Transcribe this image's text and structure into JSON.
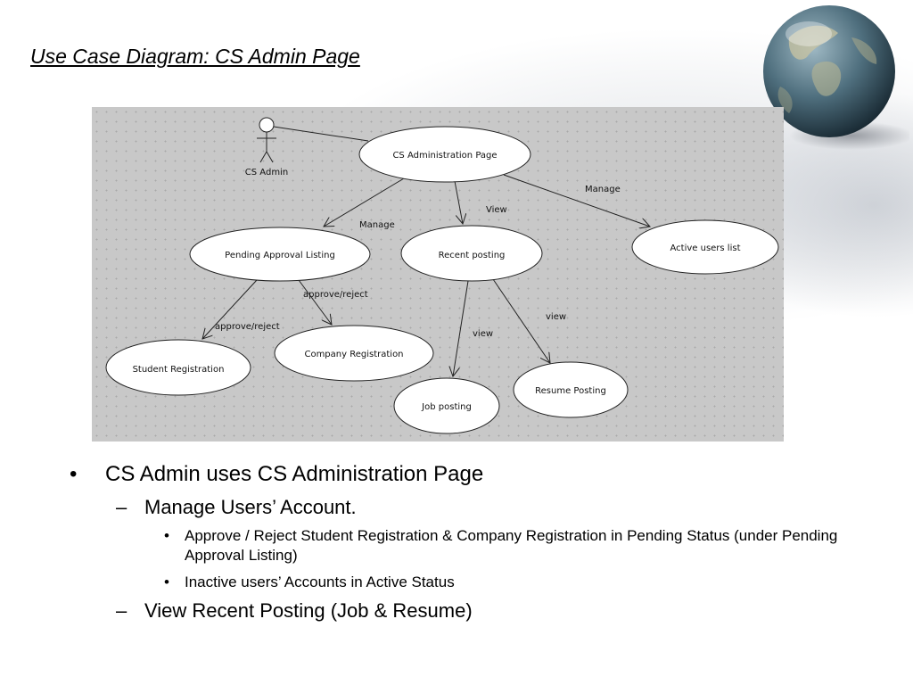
{
  "slide": {
    "title": "Use Case Diagram: CS Admin Page"
  },
  "diagram": {
    "actor": "CS Admin",
    "use_cases": {
      "admin_page": "CS Administration Page",
      "pending": "Pending Approval Listing",
      "recent": "Recent  posting",
      "active": "Active users list",
      "student": "Student Registration",
      "company": "Company Registration",
      "job": "Job posting",
      "resume": "Resume Posting"
    },
    "edge_labels": {
      "manage_pending": "Manage",
      "view_recent": "View",
      "manage_active": "Manage",
      "approve_company": "approve/reject",
      "approve_student": "approve/reject",
      "view_resume": "view",
      "view_job": "view"
    }
  },
  "bullets": {
    "l1": "CS Admin uses CS Administration Page",
    "l2a": "Manage Users’ Account.",
    "l3a": "Approve / Reject Student Registration & Company Registration in Pending Status (under Pending Approval Listing)",
    "l3b": "Inactive users’ Accounts in Active Status",
    "l2b": "View Recent Posting (Job & Resume)",
    "marker_l1": "•",
    "marker_l2": "–",
    "marker_l3": "•"
  }
}
